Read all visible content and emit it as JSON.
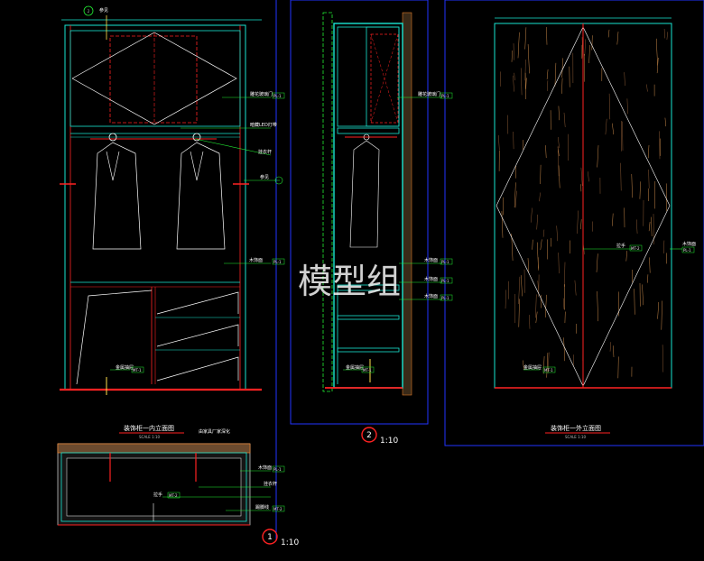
{
  "watermark": "模型组",
  "colors": {
    "background": "#000000",
    "cyan": "#19e6d2",
    "red": "#ff2222",
    "blue": "#2233ff",
    "green": "#22ee33",
    "white": "#ffffff",
    "yellow": "#ffe14a",
    "orange": "#ff8a2a"
  },
  "drawing_left": {
    "bubble_top": "2",
    "bubble_top_label": "参见",
    "labels": {
      "label_glass_door": "雕花玻璃门",
      "label_led": "暗藏LED灯带",
      "label_rod": "挂衣杆",
      "label_ref": "参见",
      "label_veneer": "木饰面",
      "label_drawer": "金属抽屉"
    },
    "tags": {
      "pl1": "PL-1",
      "mt1": "MT-1"
    },
    "title": "装饰柜一内立面图",
    "scale": "SCALE   1:10",
    "note": "由家具厂家深化"
  },
  "drawing_section": {
    "labels": {
      "veneer": "木饰面",
      "rod": "挂衣杆",
      "handle": "拉手",
      "edge": "踢脚线"
    },
    "tags": {
      "pl1": "PL-1",
      "mt2": "MT-2"
    },
    "view_number": "1",
    "view_scale": "1:10"
  },
  "drawing_middle": {
    "labels": {
      "glass_door": "雕花玻璃门",
      "veneer_a": "木饰面",
      "veneer_b": "木饰面",
      "veneer_c": "木饰面",
      "drawer": "金属抽屉"
    },
    "tags": {
      "pl1": "PL-1",
      "mt1": "MT-1"
    },
    "view_number": "2",
    "view_scale": "1:10"
  },
  "drawing_right": {
    "labels": {
      "handle": "拉手",
      "veneer": "木饰面",
      "drawer": "金属抽屉"
    },
    "tags": {
      "mt2": "MT-2",
      "pl1": "PL-1",
      "mt1": "MT-1"
    },
    "title": "装饰柜一外立面图",
    "scale": "SCALE   1:10"
  }
}
